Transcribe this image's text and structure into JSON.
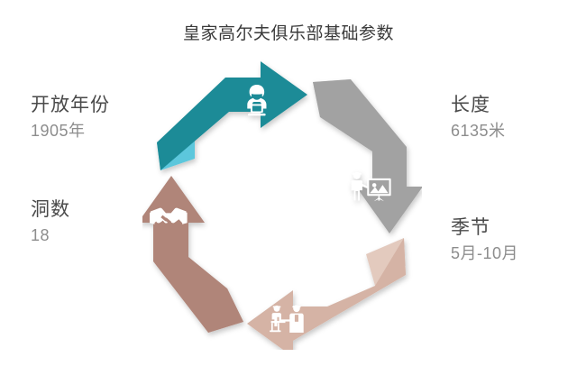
{
  "page": {
    "background_color": "#ffffff",
    "title": "皇家高尔夫俱乐部基础参数",
    "title_color": "#3a3a3a"
  },
  "labels": {
    "open_year": {
      "title": "开放年份",
      "value": "1905年"
    },
    "holes": {
      "title": "洞数",
      "value": "18"
    },
    "length": {
      "title": "长度",
      "value": "6135米"
    },
    "season": {
      "title": "季节",
      "value": "5月-10月"
    }
  },
  "colors": {
    "title_text": "#3a3a3a",
    "label_title_text": "#4a4a4a",
    "label_value_text": "#8d8d8d",
    "arrow_teal": "#1c8b97",
    "arrow_teal_fold": "#5cc7dc",
    "arrow_gray": "#a2a2a2",
    "arrow_gray_fold": "#c9c9c9",
    "arrow_rose": "#d5b3a5",
    "arrow_rose_fold": "#e3cabe",
    "arrow_brown": "#b08579",
    "arrow_brown_fold": "#cba293",
    "icon_fill": "#ffffff"
  },
  "cycle": {
    "arrows": [
      {
        "id": "top-arrow",
        "label": "top-right-pointing-arrow",
        "color": "#1c8b97",
        "fold_color": "#5cc7dc",
        "direction": "right",
        "icon": "person-laptop-icon"
      },
      {
        "id": "right-arrow",
        "label": "right-down-pointing-arrow",
        "color": "#a2a2a2",
        "fold_color": "#c9c9c9",
        "direction": "down",
        "icon": "presenter-board-icon"
      },
      {
        "id": "bottom-arrow",
        "label": "bottom-left-pointing-arrow",
        "color": "#d5b3a5",
        "fold_color": "#e3cabe",
        "direction": "left",
        "icon": "interview-desk-icon"
      },
      {
        "id": "left-arrow",
        "label": "left-up-pointing-arrow",
        "color": "#b08579",
        "fold_color": "#cba293",
        "direction": "up",
        "icon": "handshake-icon"
      }
    ]
  }
}
